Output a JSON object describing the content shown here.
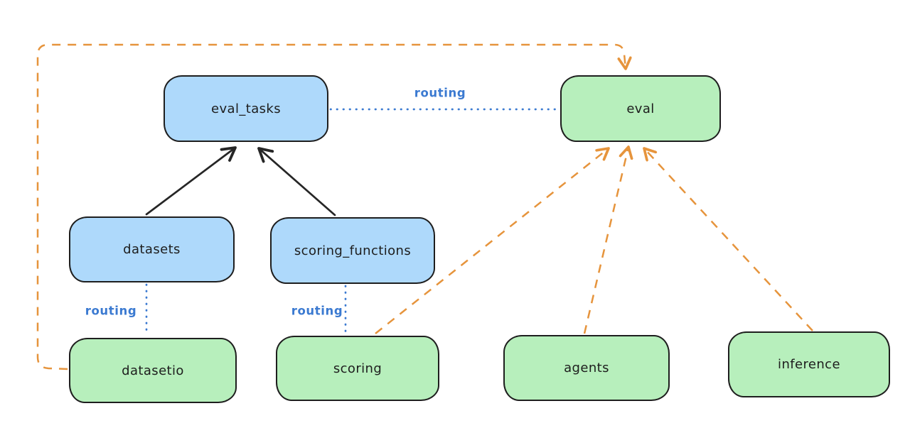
{
  "diagram": {
    "nodes": {
      "eval_tasks": {
        "label": "eval_tasks",
        "kind": "registry"
      },
      "eval": {
        "label": "eval",
        "kind": "provider"
      },
      "datasets": {
        "label": "datasets",
        "kind": "registry"
      },
      "scoring_functions": {
        "label": "scoring_functions",
        "kind": "registry"
      },
      "datasetio": {
        "label": "datasetio",
        "kind": "provider"
      },
      "scoring": {
        "label": "scoring",
        "kind": "provider"
      },
      "agents": {
        "label": "agents",
        "kind": "provider"
      },
      "inference": {
        "label": "inference",
        "kind": "provider"
      }
    },
    "edge_labels": {
      "eval_tasks_eval": "routing",
      "datasets_datasetio": "routing",
      "scoring_functions_scoring": "routing"
    },
    "colors": {
      "registry_fill": "#aed9fb",
      "provider_fill": "#b7efbc",
      "node_stroke": "#1e1e1e",
      "routing_line": "#3b7ad1",
      "dependency_line": "#e6943c",
      "inheritance_line": "#262626"
    }
  }
}
